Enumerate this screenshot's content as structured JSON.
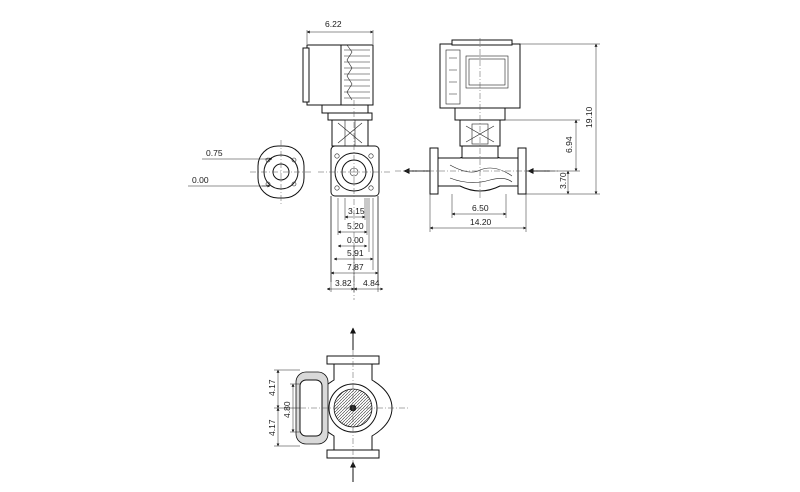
{
  "front_view": {
    "dim_top_width": "6.22",
    "dim_3_15": "3.15",
    "dim_5_20": "5.20",
    "dim_0_00": "0.00",
    "dim_5_91": "5.91",
    "dim_7_87": "7.87",
    "dim_3_82": "3.82",
    "dim_4_84": "4.84"
  },
  "flange_detail": {
    "dim_0_75": "0.75",
    "dim_0_00": "0.00"
  },
  "side_view": {
    "dim_19_10": "19.10",
    "dim_6_94": "6.94",
    "dim_3_70": "3.70",
    "dim_6_50": "6.50",
    "dim_14_20": "14.20"
  },
  "top_view": {
    "dim_4_17_upper": "4.17",
    "dim_4_17_lower": "4.17",
    "dim_4_80": "4.80"
  }
}
